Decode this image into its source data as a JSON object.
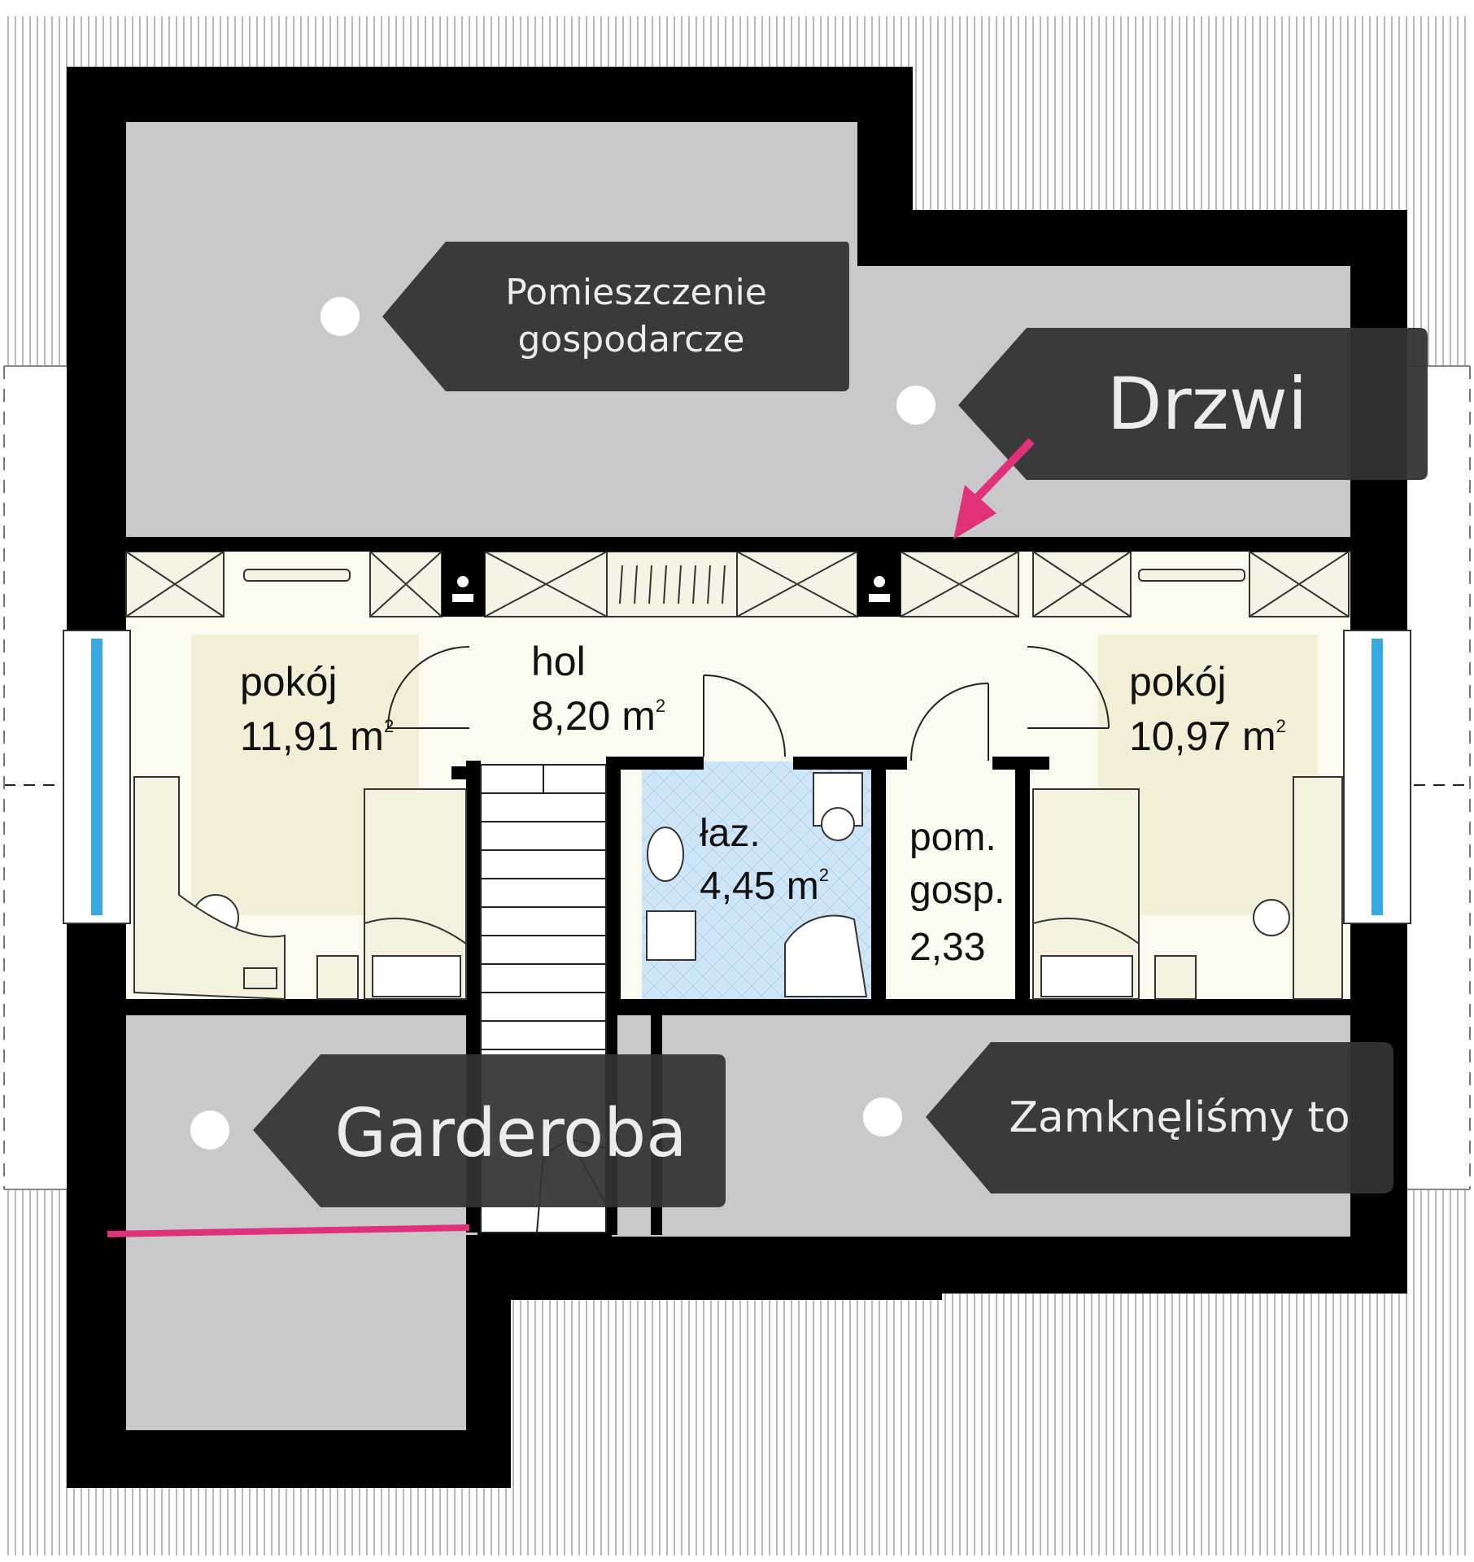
{
  "rooms": {
    "room_left": {
      "name": "pokój",
      "area": "11,91 m",
      "sup": "2"
    },
    "hall": {
      "name": "hol",
      "area": "8,20 m",
      "sup": "2"
    },
    "room_right": {
      "name": "pokój",
      "area": "10,97 m",
      "sup": "2"
    },
    "bathroom": {
      "name": "łaz.",
      "area": "4,45 m",
      "sup": "2"
    },
    "utility": {
      "line1": "pom.",
      "line2": "gosp.",
      "line3": "2,33"
    }
  },
  "callouts": {
    "utility_room": {
      "line1": "Pomieszczenie",
      "line2": "gospodarcze"
    },
    "door": "Drzwi",
    "wardrobe": "Garderoba",
    "closed": "Zamknęliśmy to"
  },
  "colors": {
    "wall": "#000000",
    "attic_gray": "#c9c9cb",
    "floor_cream": "#fbfaee",
    "rug": "#f2efd6",
    "bathroom_tile": "#cfe6f8",
    "callout_bg": "#333333",
    "callout_text": "#ececec",
    "marker": "#e0317a",
    "window_glass": "#3aa8e0"
  }
}
